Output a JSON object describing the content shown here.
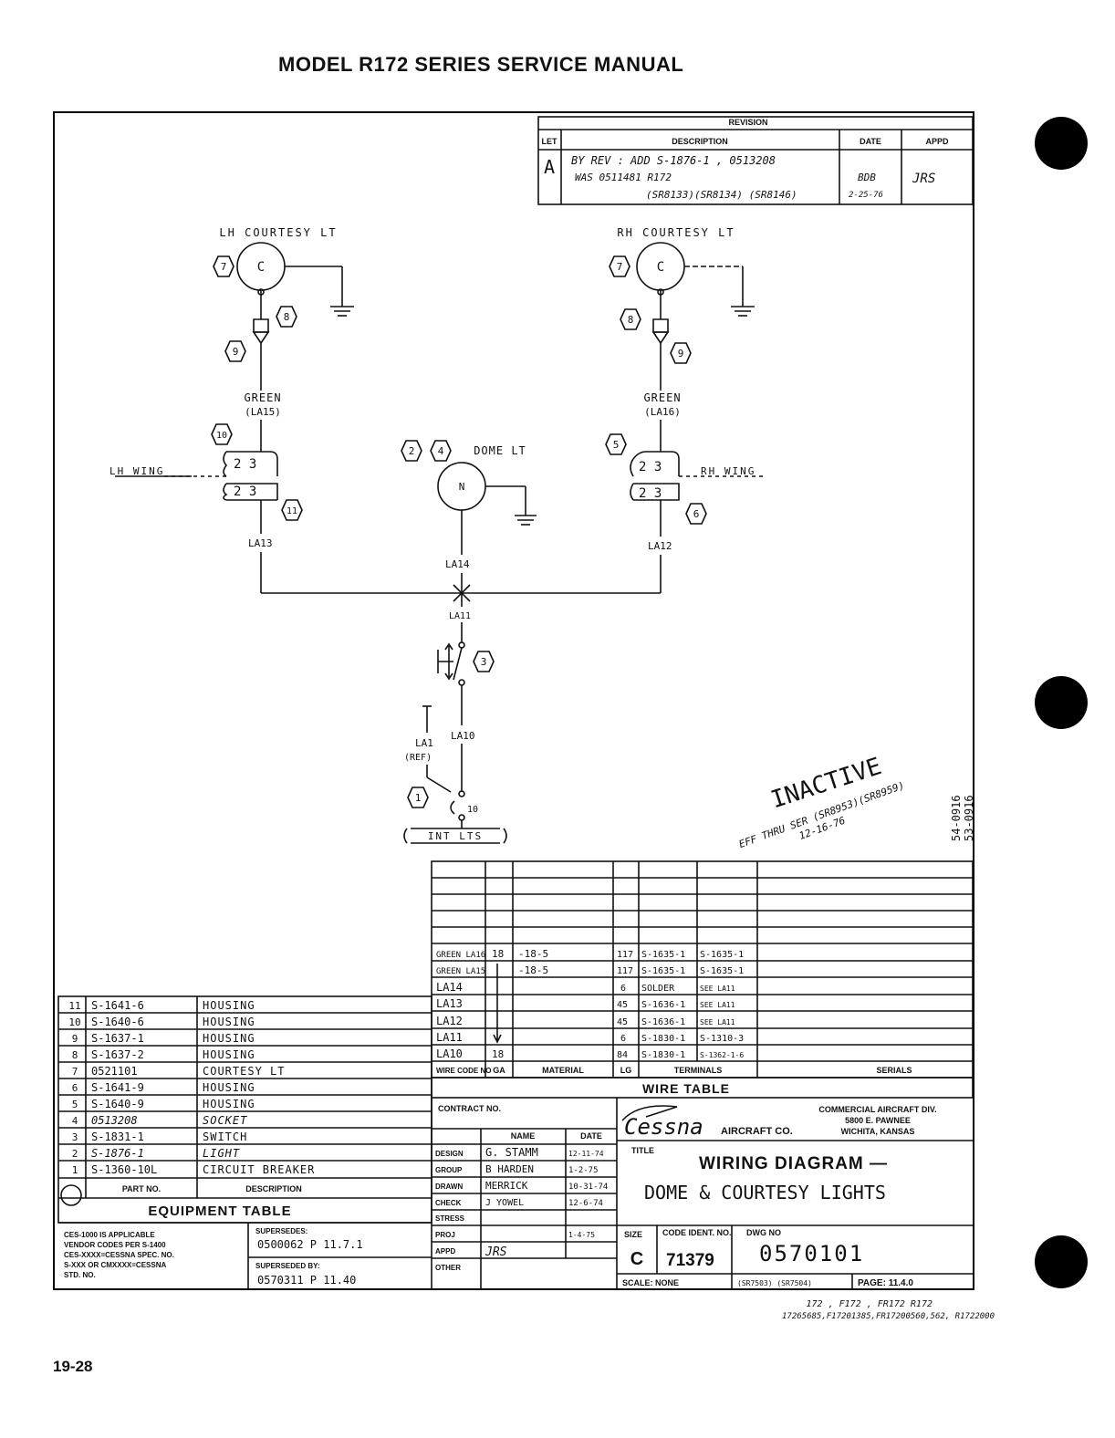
{
  "header": {
    "title": "MODEL R172 SERIES SERVICE MANUAL",
    "page_number": "19-28"
  },
  "revision": {
    "heading": "REVISION",
    "cols": [
      "LET",
      "DESCRIPTION",
      "DATE",
      "APPD"
    ],
    "letter": "A",
    "desc": [
      "BY REV : ADD  S-1876-1 , 0513208",
      "WAS 0511481 R172",
      "(SR8133)(SR8134)  (SR8146)"
    ],
    "date": [
      "BDB",
      "2-25-76"
    ],
    "appd": "JRS"
  },
  "diagram": {
    "lh_lamp": "LH COURTESY LT",
    "rh_lamp": "RH COURTESY LT",
    "dome_lamp": "DOME LT",
    "lamp_c": "C",
    "lamp_n": "N",
    "green_lh": "GREEN",
    "green_lh_code": "(LA15)",
    "green_rh": "GREEN",
    "green_rh_code": "(LA16)",
    "lh_wing": "LH WING",
    "rh_wing": "RH WING",
    "pins": "2 3",
    "wire_la13": "LA13",
    "wire_la14": "LA14",
    "wire_la12": "LA12",
    "wire_la11": "LA11",
    "wire_la10": "LA10",
    "wire_la1": "LA1",
    "wire_la1_ref": "(REF)",
    "cb_rating": "10",
    "bus": "INT LTS",
    "callouts": [
      "1",
      "2",
      "3",
      "4",
      "5",
      "6",
      "7",
      "8",
      "9",
      "10",
      "11"
    ]
  },
  "inactive": {
    "stamp": "INACTIVE",
    "line1": "EFF THRU SER (SR8953)(SR8959)",
    "line2": "12-16-76",
    "side": [
      "54-0916",
      "53-0916"
    ]
  },
  "wire_table": {
    "title": "WIRE TABLE",
    "headers": [
      "WIRE CODE NO",
      "GA",
      "MATERIAL",
      "LG",
      "TERMINALS",
      "",
      "SERIALS"
    ],
    "rows": [
      [
        "GREEN LA16",
        "18",
        "-18-5",
        "117",
        "S-1635-1",
        "S-1635-1"
      ],
      [
        "GREEN LA15",
        "",
        "-18-5",
        "117",
        "S-1635-1",
        "S-1635-1"
      ],
      [
        "LA14",
        "",
        "",
        "6",
        "SOLDER",
        "SEE LA11"
      ],
      [
        "LA13",
        "",
        "",
        "45",
        "S-1636-1",
        "SEE LA11"
      ],
      [
        "LA12",
        "",
        "",
        "45",
        "S-1636-1",
        "SEE LA11"
      ],
      [
        "LA11",
        "",
        "",
        "6",
        "S-1830-1",
        "S-1310-3"
      ],
      [
        "LA10",
        "18",
        "",
        "84",
        "S-1830-1",
        "S-1362-1-6"
      ]
    ]
  },
  "equipment_table": {
    "title": "EQUIPMENT TABLE",
    "headers": [
      "PART NO.",
      "DESCRIPTION"
    ],
    "rows": [
      [
        "11",
        "S-1641-6",
        "HOUSING"
      ],
      [
        "10",
        "S-1640-6",
        "HOUSING"
      ],
      [
        "9",
        "S-1637-1",
        "HOUSING"
      ],
      [
        "8",
        "S-1637-2",
        "HOUSING"
      ],
      [
        "7",
        "0521101",
        "COURTESY LT"
      ],
      [
        "6",
        "S-1641-9",
        "HOUSING"
      ],
      [
        "5",
        "S-1640-9",
        "HOUSING"
      ],
      [
        "4",
        "0513208",
        "SOCKET"
      ],
      [
        "3",
        "S-1831-1",
        "SWITCH"
      ],
      [
        "2",
        "S-1876-1",
        "LIGHT"
      ],
      [
        "1",
        "S-1360-10L",
        "CIRCUIT BREAKER"
      ]
    ],
    "ces_note": [
      "CES-1000 IS APPLICABLE",
      "VENDOR CODES PER S-1400",
      "CES-XXXX=CESSNA SPEC. NO.",
      "S-XXX OR CMXXXX=CESSNA",
      "STD. NO."
    ],
    "supersedes_label": "SUPERSEDES:",
    "supersedes": "0500062   P 11.7.1",
    "superseded_by_label": "SUPERSEDED BY:",
    "superseded_by": "0570311   P   11.40"
  },
  "title_block": {
    "contract": "CONTRACT NO.",
    "name_hdr": "NAME",
    "date_hdr": "DATE",
    "roles": [
      "DESIGN",
      "GROUP",
      "DRAWN",
      "CHECK",
      "STRESS",
      "PROJ",
      "APPD",
      "OTHER"
    ],
    "names": [
      "G. STAMM",
      "B HARDEN",
      "MERRICK",
      "J YOWEL",
      "",
      "",
      "JRS",
      ""
    ],
    "dates": [
      "12-11-74",
      "1-2-75",
      "10-31-74",
      "12-6-74",
      "",
      "1-4-75",
      "",
      ""
    ],
    "company_logo": "Cessna",
    "company_suffix": "AIRCRAFT CO.",
    "division": "COMMERCIAL AIRCRAFT DIV.",
    "address": "5800 E. PAWNEE",
    "city": "WICHITA, KANSAS",
    "title_label": "TITLE",
    "title1": "WIRING DIAGRAM —",
    "title2": "DOME & COURTESY LIGHTS",
    "size_label": "SIZE",
    "size": "C",
    "code_label": "CODE IDENT. NO.",
    "code": "71379",
    "dwg_label": "DWG NO",
    "dwg": "0570101",
    "scale": "SCALE: NONE",
    "ser": "(SR7503) (SR7504)",
    "page": "PAGE: 11.4.0"
  },
  "footer_notes": [
    "172 , F172 , FR172  R172",
    "17265685,F17201385,FR17200560,562, R1722000"
  ]
}
